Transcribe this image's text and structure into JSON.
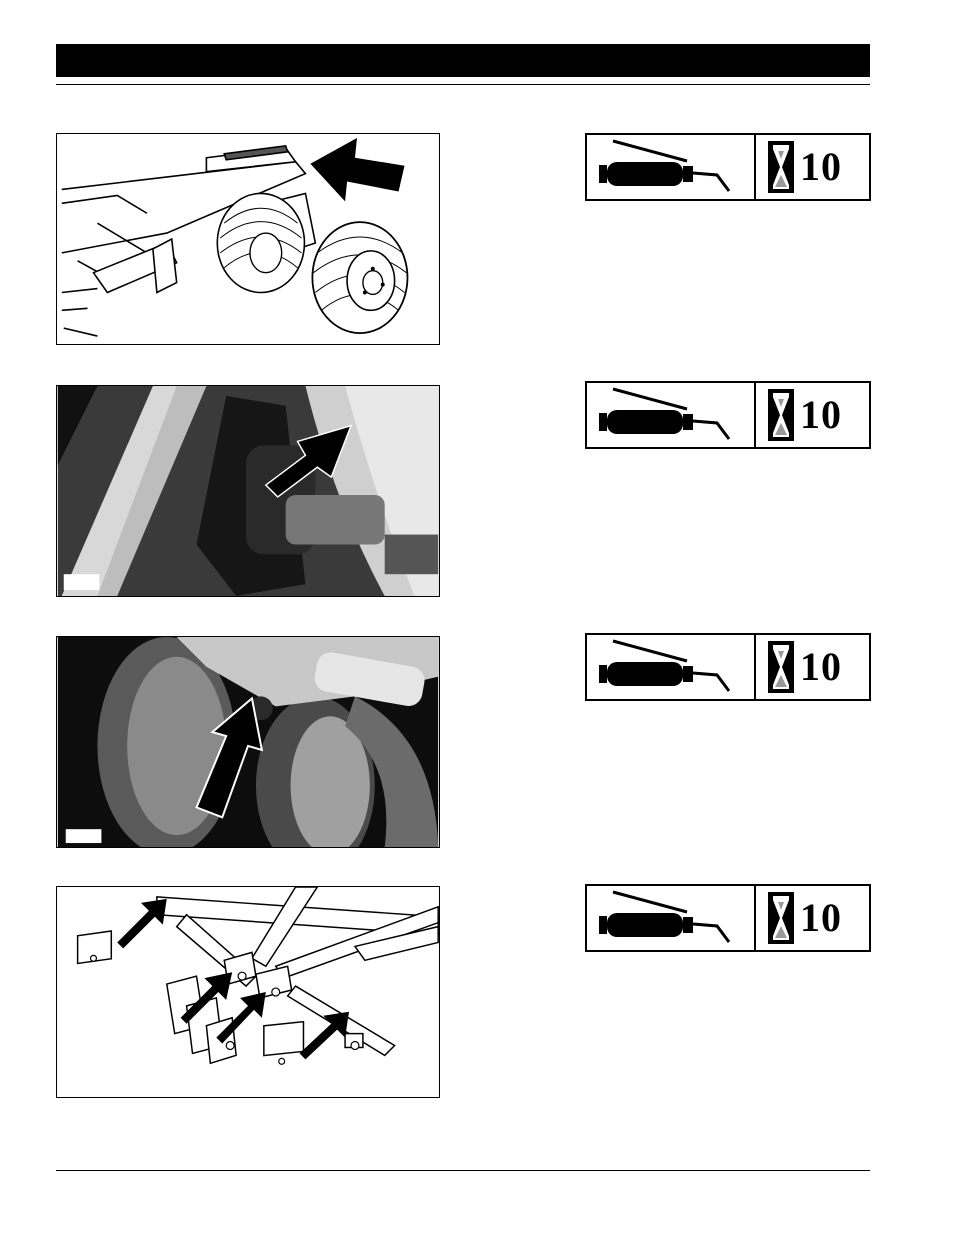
{
  "sections": [
    {
      "figure_name": "wheel-pivot-figure",
      "icons": {
        "tool": "grease-gun-icon",
        "timer": "hourglass-icon"
      },
      "interval": "10"
    },
    {
      "figure_name": "hub-bearing-photo",
      "icons": {
        "tool": "grease-gun-icon",
        "timer": "hourglass-icon"
      },
      "interval": "10"
    },
    {
      "figure_name": "disc-gang-bearing-photo",
      "icons": {
        "tool": "grease-gun-icon",
        "timer": "hourglass-icon"
      },
      "interval": "10"
    },
    {
      "figure_name": "frame-hinge-figure",
      "icons": {
        "tool": "grease-gun-icon",
        "timer": "hourglass-icon"
      },
      "interval": "10"
    }
  ],
  "colors": {
    "ink": "#000000",
    "paper": "#ffffff",
    "hourglass_sand": "#9a9a9a"
  }
}
